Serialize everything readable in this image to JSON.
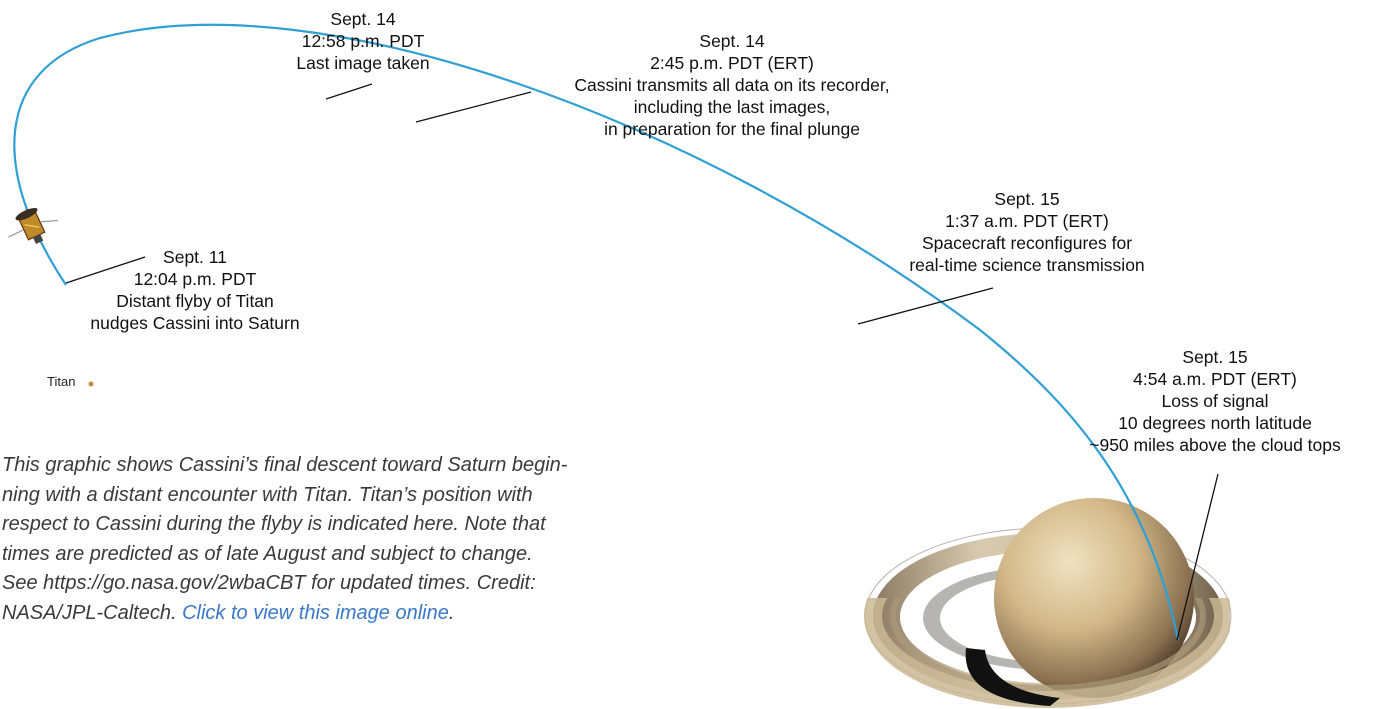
{
  "events": {
    "flyby": [
      "Sept. 11",
      "12:04 p.m. PDT",
      "Distant flyby of Titan",
      "nudges Cassini into Saturn"
    ],
    "last_image": [
      "Sept. 14",
      "12:58 p.m. PDT",
      "Last image taken"
    ],
    "transmit": [
      "Sept. 14",
      "2:45 p.m. PDT (ERT)",
      "Cassini transmits all data on its recorder,",
      "including the last images,",
      "in preparation for the final plunge"
    ],
    "reconfig": [
      "Sept. 15",
      "1:37 a.m. PDT (ERT)",
      "Spacecraft reconfigures for",
      "real-time science transmission"
    ],
    "los": [
      "Sept. 15",
      "4:54 a.m. PDT (ERT)",
      "Loss of signal",
      "10 degrees north latitude",
      "~950 miles above the cloud tops"
    ]
  },
  "titan_label": "Titan",
  "caption": {
    "lines": [
      "This graphic shows Cassini’s final descent toward Saturn begin-",
      "ning with a distant encounter with Titan. Titan’s position with",
      "respect to Cassini during the flyby is indicated here. Note that",
      "times are predicted as of late August and subject to change.",
      "See https://go.nasa.gov/2wbaCBT for updated times. Credit:"
    ],
    "last_line_prefix": "NASA/JPL-Caltech. ",
    "link_text": "Click to view this image online",
    "last_line_suffix": "."
  },
  "colors": {
    "trajectory": "#2f9fd4",
    "link": "#3a78c8",
    "titan": "#c9884a"
  },
  "icons": {
    "spacecraft": "cassini-spacecraft-icon",
    "planet": "saturn-icon",
    "moon": "titan-icon"
  }
}
